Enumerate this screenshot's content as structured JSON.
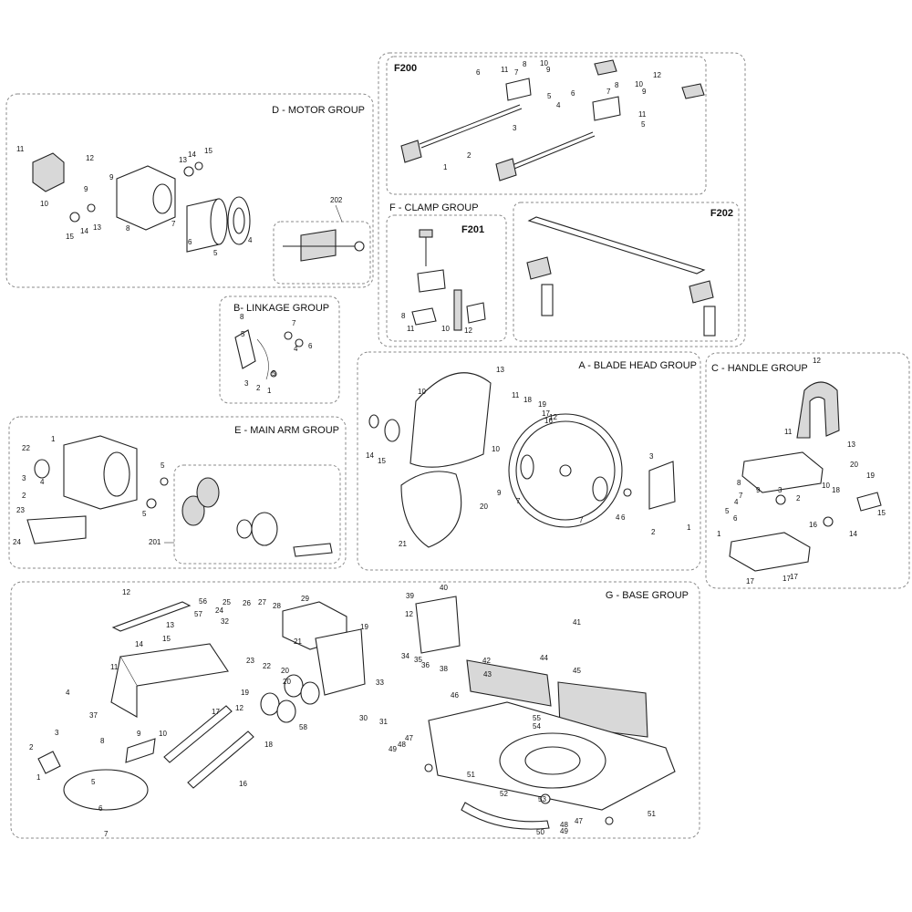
{
  "groups": {
    "motor": {
      "title": "D - MOTOR GROUP",
      "sub_label": "202"
    },
    "f200": {
      "sub_label": "F200"
    },
    "clamp": {
      "title": "F - CLAMP GROUP",
      "f201": "F201",
      "f202": "F202"
    },
    "linkage": {
      "title": "B- LINKAGE GROUP"
    },
    "main_arm": {
      "title": "E - MAIN ARM GROUP",
      "sub_label": "201"
    },
    "blade": {
      "title": "A - BLADE HEAD GROUP"
    },
    "handle": {
      "title": "C - HANDLE GROUP"
    },
    "base": {
      "title": "G - BASE GROUP"
    }
  },
  "callouts": [
    {
      "t": "11",
      "g": "motor"
    },
    {
      "t": "12",
      "g": "motor"
    },
    {
      "t": "9",
      "g": "motor"
    },
    {
      "t": "10",
      "g": "motor"
    },
    {
      "t": "9",
      "g": "motor"
    },
    {
      "t": "13",
      "g": "motor"
    },
    {
      "t": "14",
      "g": "motor"
    },
    {
      "t": "15",
      "g": "motor"
    },
    {
      "t": "8",
      "g": "motor"
    },
    {
      "t": "15",
      "g": "motor"
    },
    {
      "t": "14",
      "g": "motor"
    },
    {
      "t": "13",
      "g": "motor"
    },
    {
      "t": "7",
      "g": "motor"
    },
    {
      "t": "6",
      "g": "motor"
    },
    {
      "t": "5",
      "g": "motor"
    },
    {
      "t": "4",
      "g": "motor"
    },
    {
      "t": "6",
      "g": "f200"
    },
    {
      "t": "11",
      "g": "f200"
    },
    {
      "t": "7",
      "g": "f200"
    },
    {
      "t": "8",
      "g": "f200"
    },
    {
      "t": "10",
      "g": "f200"
    },
    {
      "t": "9",
      "g": "f200"
    },
    {
      "t": "5",
      "g": "f200"
    },
    {
      "t": "4",
      "g": "f200"
    },
    {
      "t": "12",
      "g": "f200"
    },
    {
      "t": "6",
      "g": "f200"
    },
    {
      "t": "7",
      "g": "f200"
    },
    {
      "t": "8",
      "g": "f200"
    },
    {
      "t": "10",
      "g": "f200"
    },
    {
      "t": "9",
      "g": "f200"
    },
    {
      "t": "11",
      "g": "f200"
    },
    {
      "t": "5",
      "g": "f200"
    },
    {
      "t": "3",
      "g": "f200"
    },
    {
      "t": "2",
      "g": "f200"
    },
    {
      "t": "1",
      "g": "f200"
    },
    {
      "t": "8",
      "g": "f201"
    },
    {
      "t": "11",
      "g": "f201"
    },
    {
      "t": "10",
      "g": "f201"
    },
    {
      "t": "12",
      "g": "f201"
    },
    {
      "t": "8",
      "g": "linkage"
    },
    {
      "t": "7",
      "g": "linkage"
    },
    {
      "t": "5",
      "g": "linkage"
    },
    {
      "t": "6",
      "g": "linkage"
    },
    {
      "t": "4",
      "g": "linkage"
    },
    {
      "t": "5",
      "g": "linkage"
    },
    {
      "t": "3",
      "g": "linkage"
    },
    {
      "t": "2",
      "g": "linkage"
    },
    {
      "t": "1",
      "g": "linkage"
    },
    {
      "t": "22",
      "g": "arm"
    },
    {
      "t": "1",
      "g": "arm"
    },
    {
      "t": "3",
      "g": "arm"
    },
    {
      "t": "4",
      "g": "arm"
    },
    {
      "t": "2",
      "g": "arm"
    },
    {
      "t": "23",
      "g": "arm"
    },
    {
      "t": "5",
      "g": "arm"
    },
    {
      "t": "5",
      "g": "arm"
    },
    {
      "t": "24",
      "g": "arm"
    },
    {
      "t": "13",
      "g": "blade"
    },
    {
      "t": "10",
      "g": "blade"
    },
    {
      "t": "11",
      "g": "blade"
    },
    {
      "t": "18",
      "g": "blade"
    },
    {
      "t": "19",
      "g": "blade"
    },
    {
      "t": "17",
      "g": "blade"
    },
    {
      "t": "16",
      "g": "blade"
    },
    {
      "t": "12",
      "g": "blade"
    },
    {
      "t": "14",
      "g": "blade"
    },
    {
      "t": "15",
      "g": "blade"
    },
    {
      "t": "10",
      "g": "blade"
    },
    {
      "t": "20",
      "g": "blade"
    },
    {
      "t": "9",
      "g": "blade"
    },
    {
      "t": "7",
      "g": "blade"
    },
    {
      "t": "21",
      "g": "blade"
    },
    {
      "t": "3",
      "g": "blade"
    },
    {
      "t": "7",
      "g": "blade"
    },
    {
      "t": "6",
      "g": "blade"
    },
    {
      "t": "4",
      "g": "blade"
    },
    {
      "t": "2",
      "g": "blade"
    },
    {
      "t": "1",
      "g": "blade"
    },
    {
      "t": "12",
      "g": "handle"
    },
    {
      "t": "13",
      "g": "handle"
    },
    {
      "t": "11",
      "g": "handle"
    },
    {
      "t": "20",
      "g": "handle"
    },
    {
      "t": "8",
      "g": "handle"
    },
    {
      "t": "9",
      "g": "handle"
    },
    {
      "t": "7",
      "g": "handle"
    },
    {
      "t": "3",
      "g": "handle"
    },
    {
      "t": "2",
      "g": "handle"
    },
    {
      "t": "10",
      "g": "handle"
    },
    {
      "t": "18",
      "g": "handle"
    },
    {
      "t": "19",
      "g": "handle"
    },
    {
      "t": "4",
      "g": "handle"
    },
    {
      "t": "5",
      "g": "handle"
    },
    {
      "t": "6",
      "g": "handle"
    },
    {
      "t": "1",
      "g": "handle"
    },
    {
      "t": "17",
      "g": "handle"
    },
    {
      "t": "16",
      "g": "handle"
    },
    {
      "t": "14",
      "g": "handle"
    },
    {
      "t": "15",
      "g": "handle"
    },
    {
      "t": "17",
      "g": "handle"
    },
    {
      "t": "17",
      "g": "handle"
    },
    {
      "t": "12",
      "g": "base"
    },
    {
      "t": "56",
      "g": "base"
    },
    {
      "t": "57",
      "g": "base"
    },
    {
      "t": "13",
      "g": "base"
    },
    {
      "t": "14",
      "g": "base"
    },
    {
      "t": "15",
      "g": "base"
    },
    {
      "t": "11",
      "g": "base"
    },
    {
      "t": "4",
      "g": "base"
    },
    {
      "t": "3",
      "g": "base"
    },
    {
      "t": "37",
      "g": "base"
    },
    {
      "t": "8",
      "g": "base"
    },
    {
      "t": "9",
      "g": "base"
    },
    {
      "t": "10",
      "g": "base"
    },
    {
      "t": "2",
      "g": "base"
    },
    {
      "t": "1",
      "g": "base"
    },
    {
      "t": "5",
      "g": "base"
    },
    {
      "t": "6",
      "g": "base"
    },
    {
      "t": "7",
      "g": "base"
    },
    {
      "t": "25",
      "g": "base"
    },
    {
      "t": "26",
      "g": "base"
    },
    {
      "t": "27",
      "g": "base"
    },
    {
      "t": "24",
      "g": "base"
    },
    {
      "t": "32",
      "g": "base"
    },
    {
      "t": "28",
      "g": "base"
    },
    {
      "t": "29",
      "g": "base"
    },
    {
      "t": "23",
      "g": "base"
    },
    {
      "t": "22",
      "g": "base"
    },
    {
      "t": "21",
      "g": "base"
    },
    {
      "t": "20",
      "g": "base"
    },
    {
      "t": "19",
      "g": "base"
    },
    {
      "t": "20",
      "g": "base"
    },
    {
      "t": "58",
      "g": "base"
    },
    {
      "t": "17",
      "g": "base"
    },
    {
      "t": "12",
      "g": "base"
    },
    {
      "t": "18",
      "g": "base"
    },
    {
      "t": "16",
      "g": "base"
    },
    {
      "t": "39",
      "g": "base"
    },
    {
      "t": "40",
      "g": "base"
    },
    {
      "t": "12",
      "g": "base"
    },
    {
      "t": "19",
      "g": "base"
    },
    {
      "t": "34",
      "g": "base"
    },
    {
      "t": "35",
      "g": "base"
    },
    {
      "t": "36",
      "g": "base"
    },
    {
      "t": "33",
      "g": "base"
    },
    {
      "t": "38",
      "g": "base"
    },
    {
      "t": "30",
      "g": "base"
    },
    {
      "t": "31",
      "g": "base"
    },
    {
      "t": "41",
      "g": "base"
    },
    {
      "t": "42",
      "g": "base"
    },
    {
      "t": "43",
      "g": "base"
    },
    {
      "t": "44",
      "g": "base"
    },
    {
      "t": "45",
      "g": "base"
    },
    {
      "t": "46",
      "g": "base"
    },
    {
      "t": "55",
      "g": "base"
    },
    {
      "t": "54",
      "g": "base"
    },
    {
      "t": "47",
      "g": "base"
    },
    {
      "t": "48",
      "g": "base"
    },
    {
      "t": "49",
      "g": "base"
    },
    {
      "t": "51",
      "g": "base"
    },
    {
      "t": "52",
      "g": "base"
    },
    {
      "t": "53",
      "g": "base"
    },
    {
      "t": "50",
      "g": "base"
    },
    {
      "t": "49",
      "g": "base"
    },
    {
      "t": "48",
      "g": "base"
    },
    {
      "t": "47",
      "g": "base"
    },
    {
      "t": "51",
      "g": "base"
    }
  ]
}
